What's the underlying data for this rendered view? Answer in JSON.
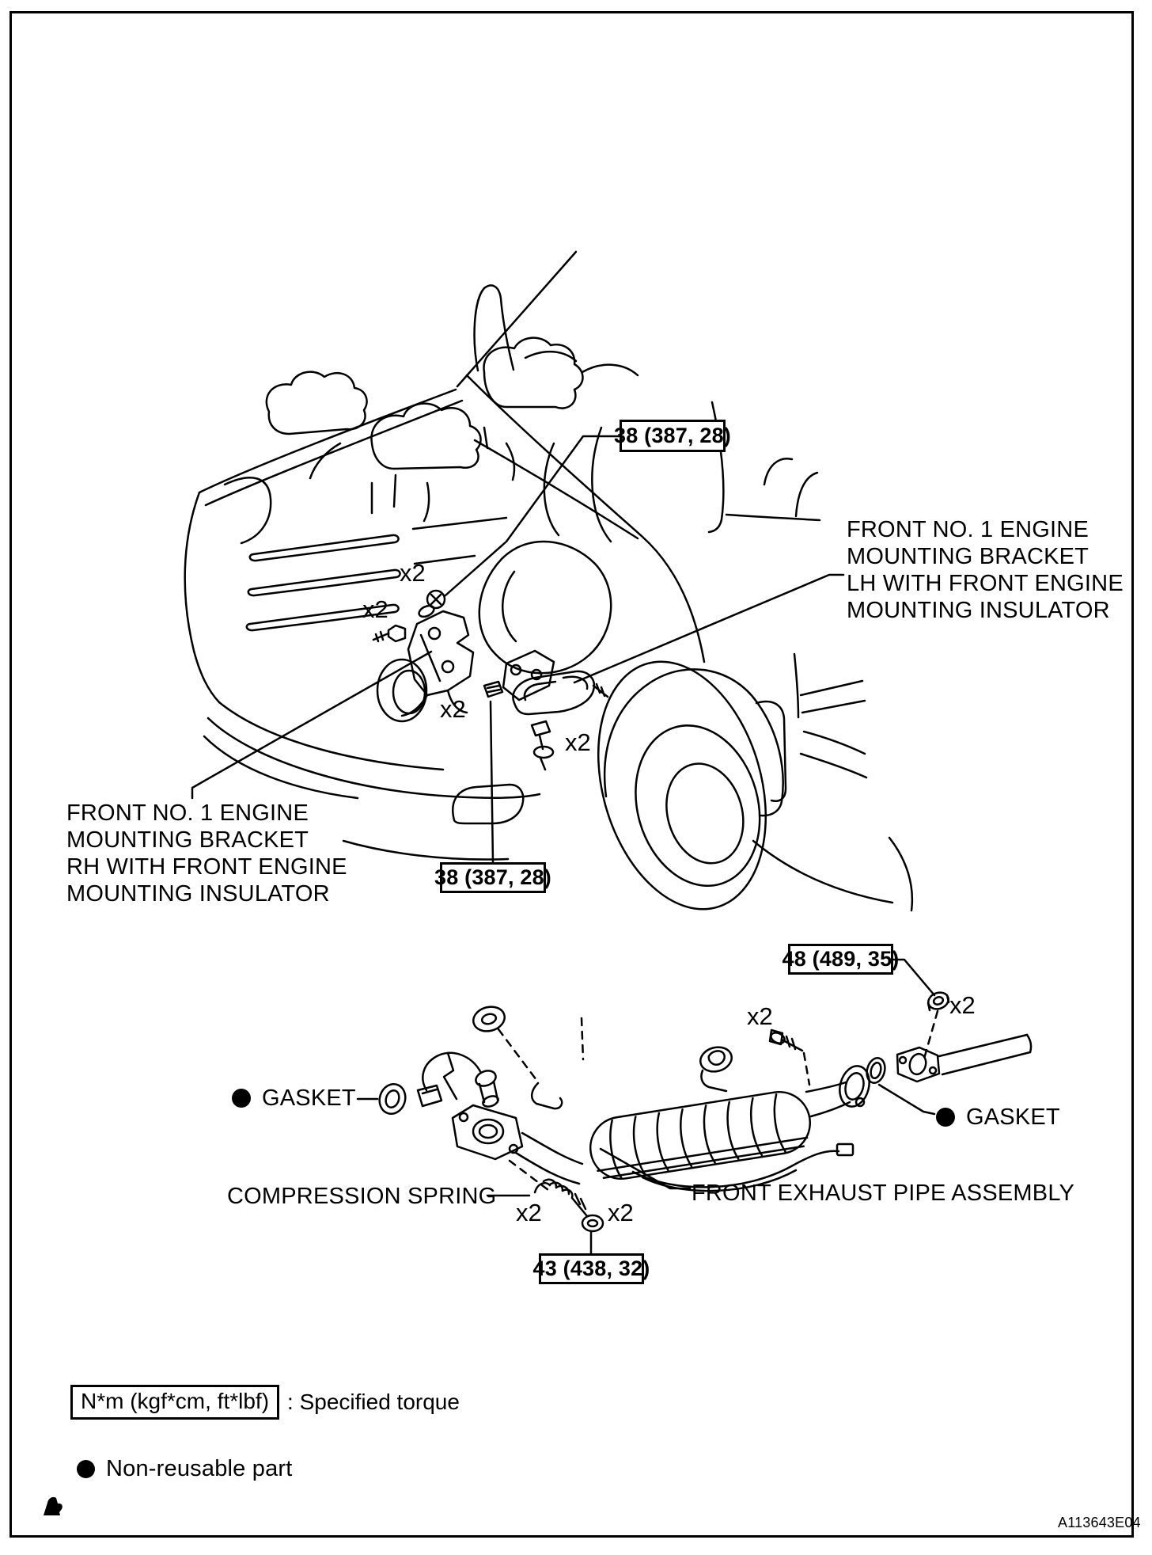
{
  "page": {
    "code": "A113643E04"
  },
  "quantity": {
    "x2": "x2"
  },
  "torque_tags": {
    "engine_mount_upper": "38 (387, 28)",
    "engine_mount_lower": "38 (387, 28)",
    "exhaust_rear_nut": "48 (489, 35)",
    "exhaust_front_bolt": "43 (438, 32)"
  },
  "part_labels": {
    "bracket_lh": {
      "l1": "FRONT NO. 1 ENGINE",
      "l2": "MOUNTING BRACKET",
      "l3": "LH WITH FRONT ENGINE",
      "l4": "MOUNTING INSULATOR"
    },
    "bracket_rh": {
      "l1": "FRONT NO. 1 ENGINE",
      "l2": "MOUNTING BRACKET",
      "l3": "RH WITH FRONT ENGINE",
      "l4": "MOUNTING INSULATOR"
    },
    "gasket_left": "GASKET",
    "gasket_right": "GASKET",
    "compression_spring": "COMPRESSION SPRING",
    "exhaust_pipe": "FRONT EXHAUST PIPE ASSEMBLY"
  },
  "legend": {
    "torque_units": "N*m (kgf*cm, ft*lbf)",
    "torque_caption": ": Specified torque",
    "non_reusable_caption": "Non-reusable part"
  },
  "colors": {
    "line": "#000000",
    "background": "#ffffff"
  }
}
